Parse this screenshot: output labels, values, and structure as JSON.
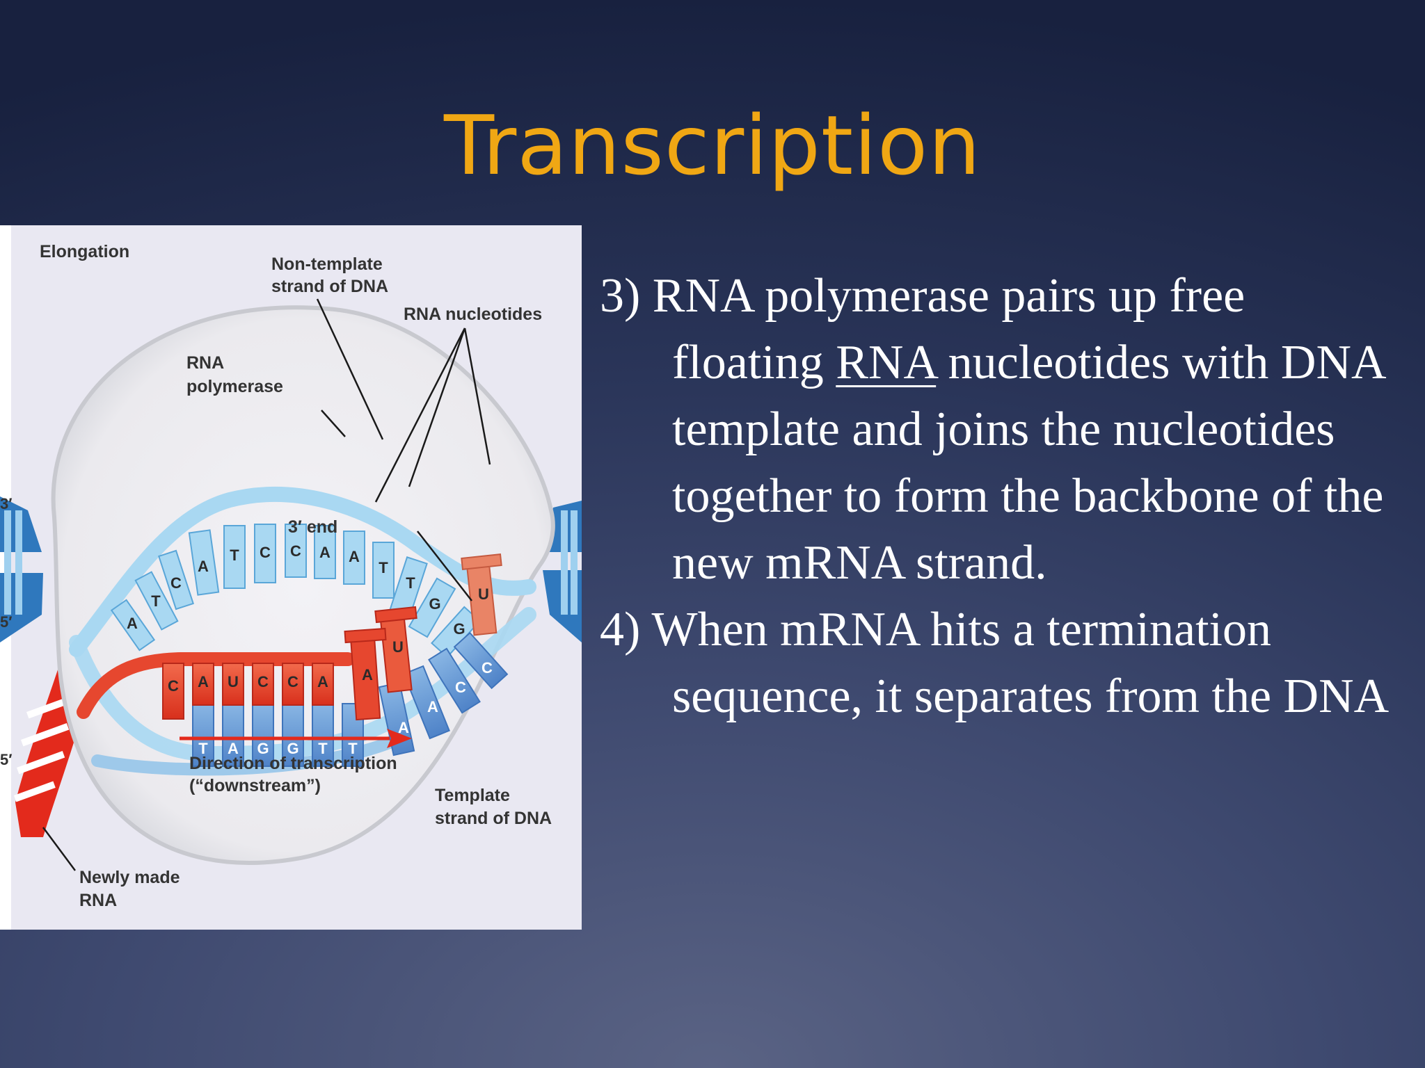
{
  "slide": {
    "title": "Transcription"
  },
  "figure": {
    "labels": {
      "elongation": "Elongation",
      "non_template_1": "Non-template",
      "non_template_2": "strand of DNA",
      "rna_nucleotides": "RNA nucleotides",
      "rna_polymerase_1": "RNA",
      "rna_polymerase_2": "polymerase",
      "three_end": "3′ end",
      "direction_1": "Direction of transcription",
      "direction_2": "(“downstream”)",
      "template_1": "Template",
      "template_2": "strand of DNA",
      "newly_1": "Newly made",
      "newly_2": "RNA",
      "left_3": "3′",
      "left_5a": "5′",
      "left_5b": "5′"
    },
    "non_template_bases": [
      "A",
      "T",
      "C",
      "A",
      "T",
      "C",
      "C",
      "A",
      "A",
      "T",
      "T",
      "G",
      "G"
    ],
    "rna_bases": [
      "C",
      "A",
      "U",
      "C",
      "C",
      "A",
      "A",
      "U",
      "U"
    ],
    "template_bases": [
      "T",
      "A",
      "G",
      "G",
      "T",
      "T",
      "A",
      "A",
      "C",
      "C"
    ]
  },
  "bullets": {
    "b3_prefix": "3) RNA polymerase pairs up free floating ",
    "b3_underlined": "RNA",
    "b3_suffix": " nucleotides with DNA template and joins the nucleotides together to form the backbone of the new mRNA strand.",
    "b4": "4) When mRNA hits a termination sequence, it separates from the DNA"
  },
  "colors": {
    "title": "#f0a714",
    "dna_light": "#a9d8f2",
    "dna_dark": "#3d8bc8",
    "rna": "#e6472f",
    "template_blue": "#5d8fd0"
  }
}
